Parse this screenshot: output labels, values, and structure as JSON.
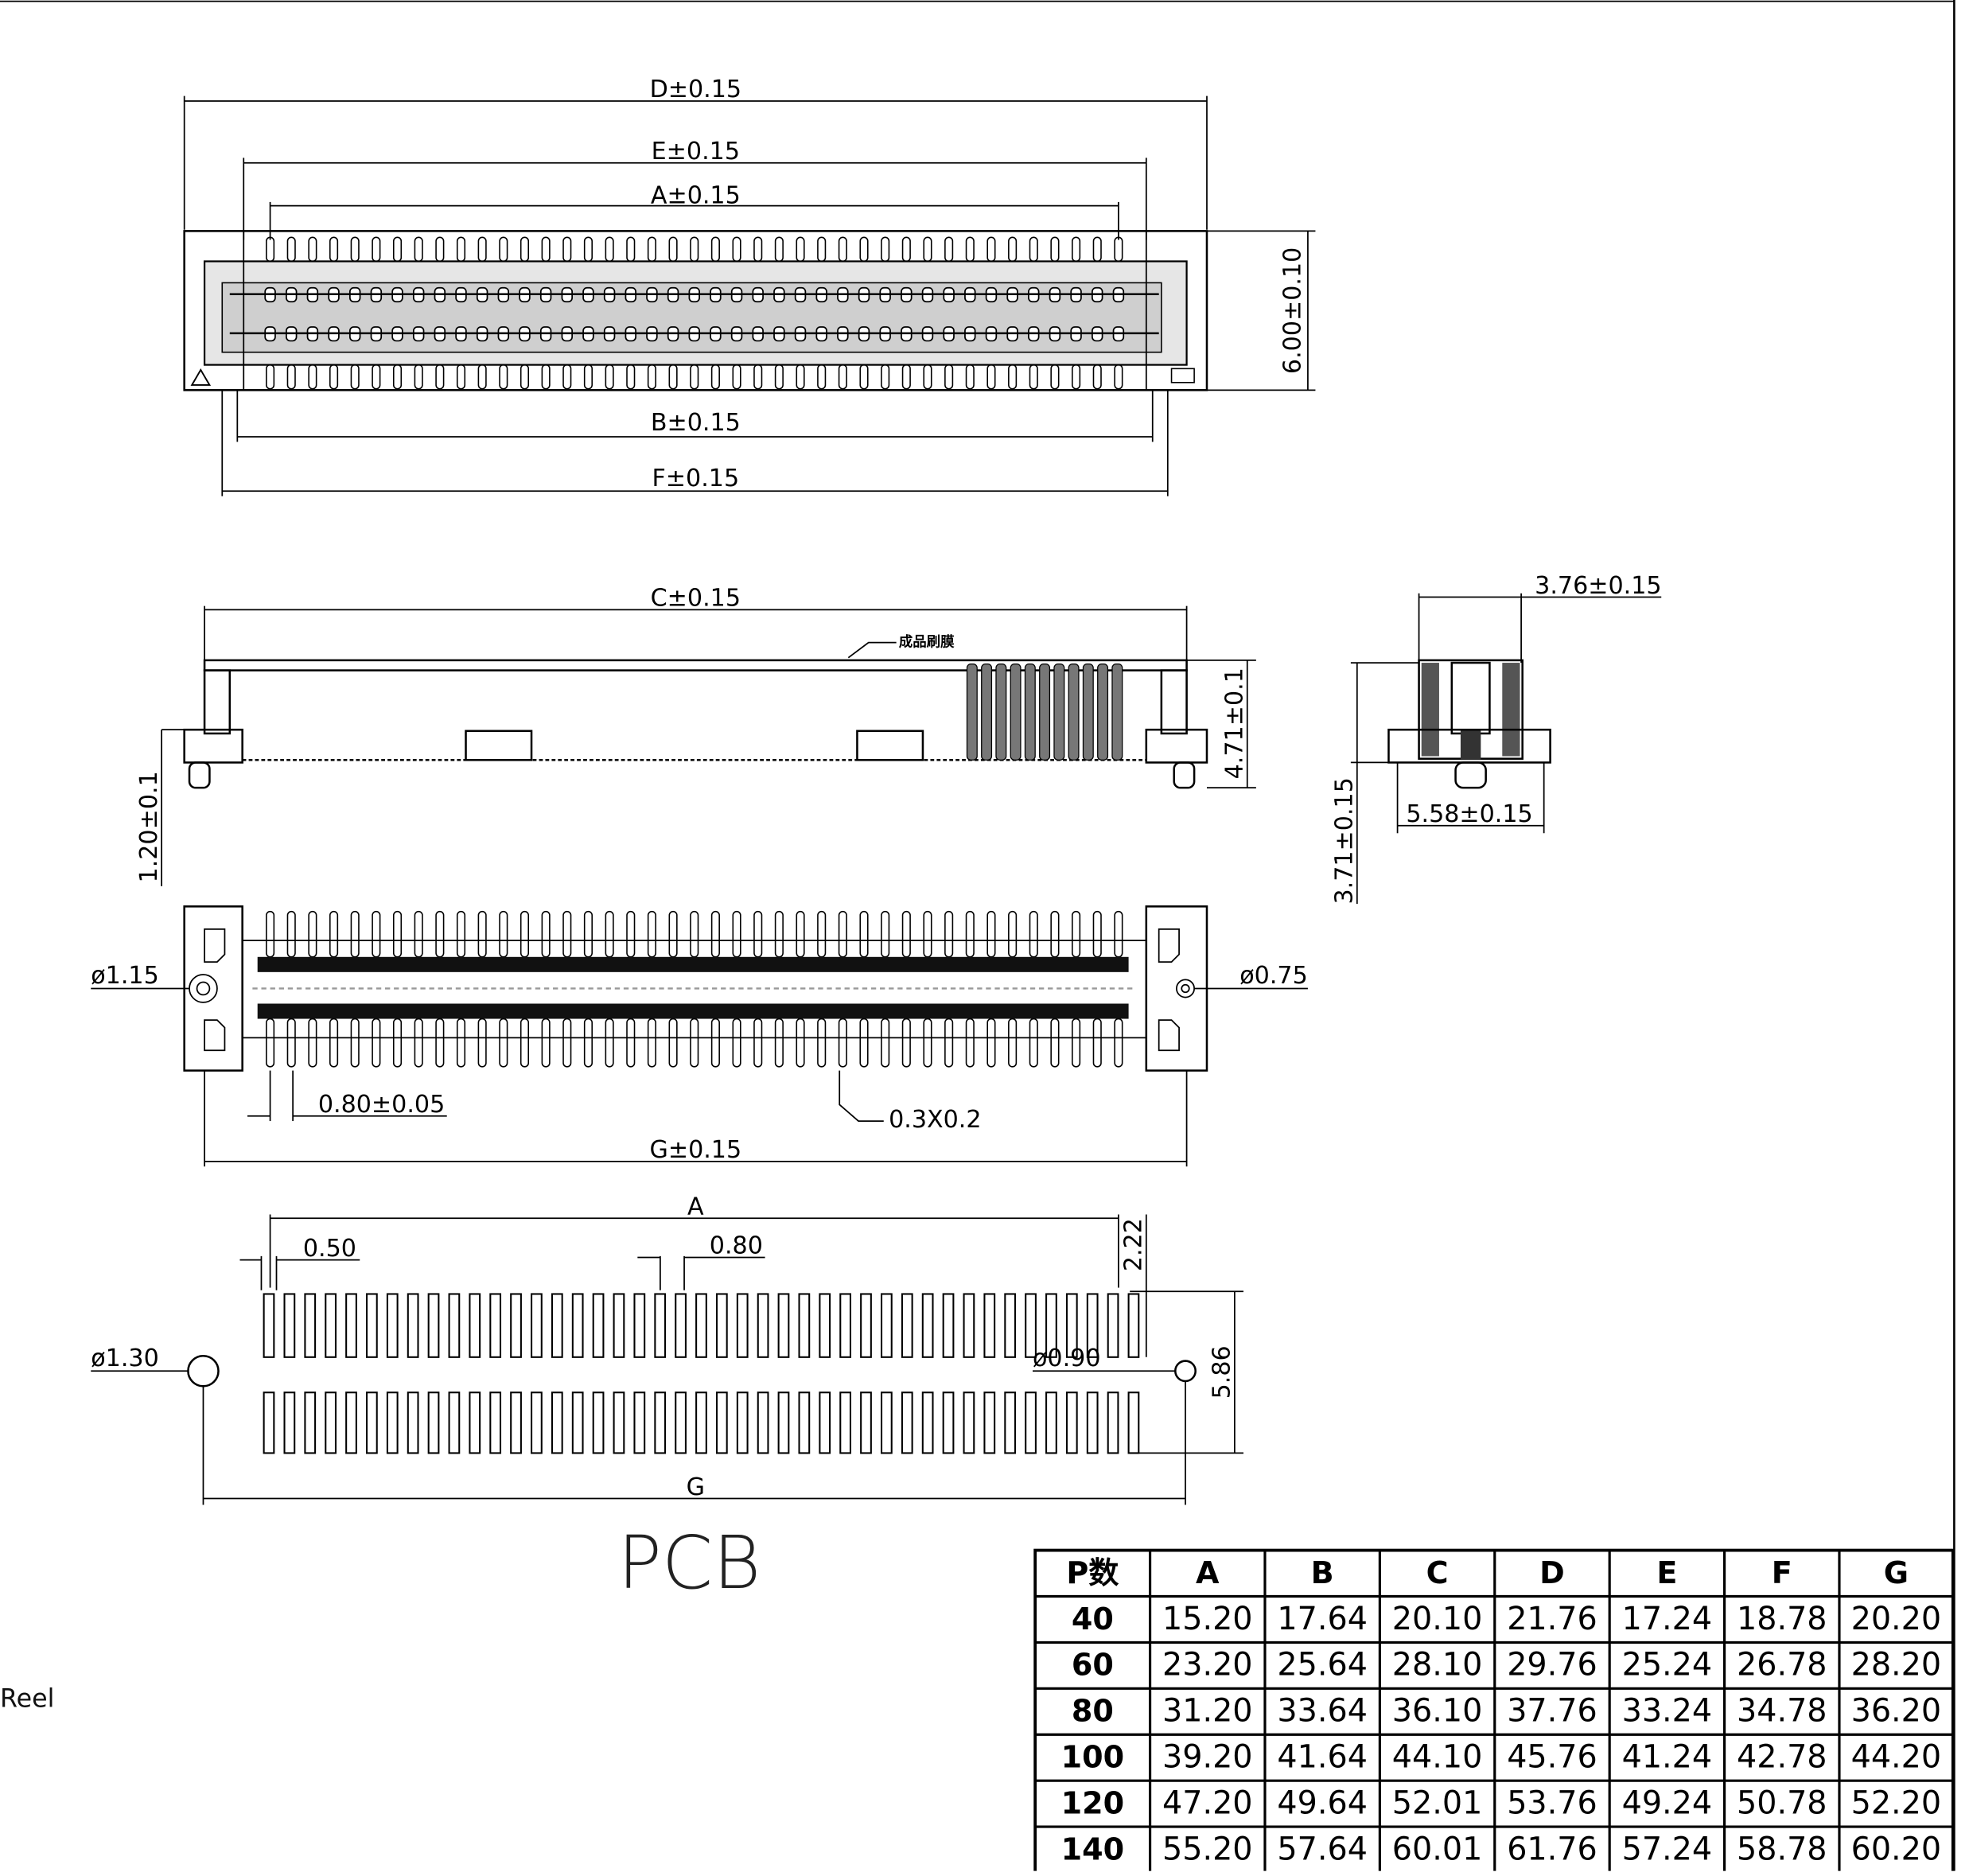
{
  "dimensions": {
    "d": "D±0.15",
    "e": "E±0.15",
    "a": "A±0.15",
    "b": "B±0.15",
    "f": "F±0.15",
    "height_top": "6.00±0.10",
    "c": "C±0.15",
    "height_side": "4.71±0.1",
    "standoff": "1.20±0.1",
    "end_width": "3.76±0.15",
    "end_base": "5.58±0.15",
    "end_height": "3.71±0.15",
    "hole_left": "ø1.15",
    "hole_right": "ø0.75",
    "pitch": "0.80±0.05",
    "pin_size": "0.3X0.2",
    "g": "G±0.15",
    "pcb_a": "A",
    "pcb_pad_w": "0.50",
    "pcb_pitch": "0.80",
    "pcb_gap": "2.22",
    "pcb_hole_l": "ø1.30",
    "pcb_hole_r": "ø0.90",
    "pcb_row": "5.86",
    "pcb_g": "G",
    "note": "成品刷膜"
  },
  "labels": {
    "pcb": "PCB",
    "reel": "Reel"
  },
  "table": {
    "headers": [
      "P数",
      "A",
      "B",
      "C",
      "D",
      "E",
      "F",
      "G"
    ],
    "rows": [
      [
        "40",
        "15.20",
        "17.64",
        "20.10",
        "21.76",
        "17.24",
        "18.78",
        "20.20"
      ],
      [
        "60",
        "23.20",
        "25.64",
        "28.10",
        "29.76",
        "25.24",
        "26.78",
        "28.20"
      ],
      [
        "80",
        "31.20",
        "33.64",
        "36.10",
        "37.76",
        "33.24",
        "34.78",
        "36.20"
      ],
      [
        "100",
        "39.20",
        "41.64",
        "44.10",
        "45.76",
        "41.24",
        "42.78",
        "44.20"
      ],
      [
        "120",
        "47.20",
        "49.64",
        "52.01",
        "53.76",
        "49.24",
        "50.78",
        "52.20"
      ],
      [
        "140",
        "55.20",
        "57.64",
        "60.01",
        "61.76",
        "57.24",
        "58.78",
        "60.20"
      ]
    ]
  }
}
